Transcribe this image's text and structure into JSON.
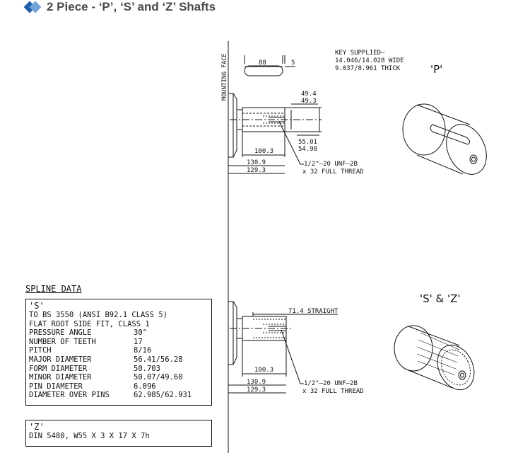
{
  "header": {
    "title": "2 Piece - ‘P’, ‘S’ and ‘Z’ Shafts"
  },
  "labels": {
    "mounting_face": "MOUNTING FACE",
    "p_label": "'P'",
    "sz_label": "'S'  &  'Z'"
  },
  "p_shaft": {
    "key_note": [
      "KEY SUPPLIED—",
      "14.046/14.028 WIDE",
      "9.037/8.961 THICK"
    ],
    "dim_key_length": "88",
    "dim_key_offset": "5",
    "dim_dia_1a": "49.4",
    "dim_dia_1b": "49.3",
    "dim_dia_2a": "55.01",
    "dim_dia_2b": "54.98",
    "dim_shaft_len": "100.3",
    "dim_total_a": "130.9",
    "dim_total_b": "129.3",
    "thread_1": "1/2\"—20 UNF—2B",
    "thread_2": "x 32 FULL THREAD"
  },
  "s_shaft": {
    "dim_straight": "71.4 STRAIGHT",
    "dim_shaft_len": "100.3",
    "dim_total_a": "130.9",
    "dim_total_b": "129.3",
    "thread_1": "1/2\"—20 UNF—2B",
    "thread_2": "x 32 FULL THREAD"
  },
  "spline": {
    "title": "SPLINE DATA",
    "s_box": {
      "heading": "'S'",
      "lines": [
        "TO BS 3550 (ANSI B92.1 CLASS 5)",
        "FLAT ROOT SIDE FIT, CLASS 1"
      ],
      "rows": [
        {
          "k": "PRESSURE ANGLE",
          "v": "30°"
        },
        {
          "k": "NUMBER OF TEETH",
          "v": "17"
        },
        {
          "k": "PITCH",
          "v": "8/16"
        },
        {
          "k": "MAJOR DIAMETER",
          "v": "56.41/56.28"
        },
        {
          "k": "FORM DIAMETER",
          "v": "50.703"
        },
        {
          "k": "MINOR DIAMETER",
          "v": "50.07/49.60"
        },
        {
          "k": "PIN DIAMETER",
          "v": "6.096"
        },
        {
          "k": "DIAMETER OVER PINS",
          "v": "62.985/62.931"
        }
      ]
    },
    "z_box": {
      "heading": "'Z'",
      "line": "DIN 5480, W55 X 3 X 17 X 7h"
    }
  }
}
